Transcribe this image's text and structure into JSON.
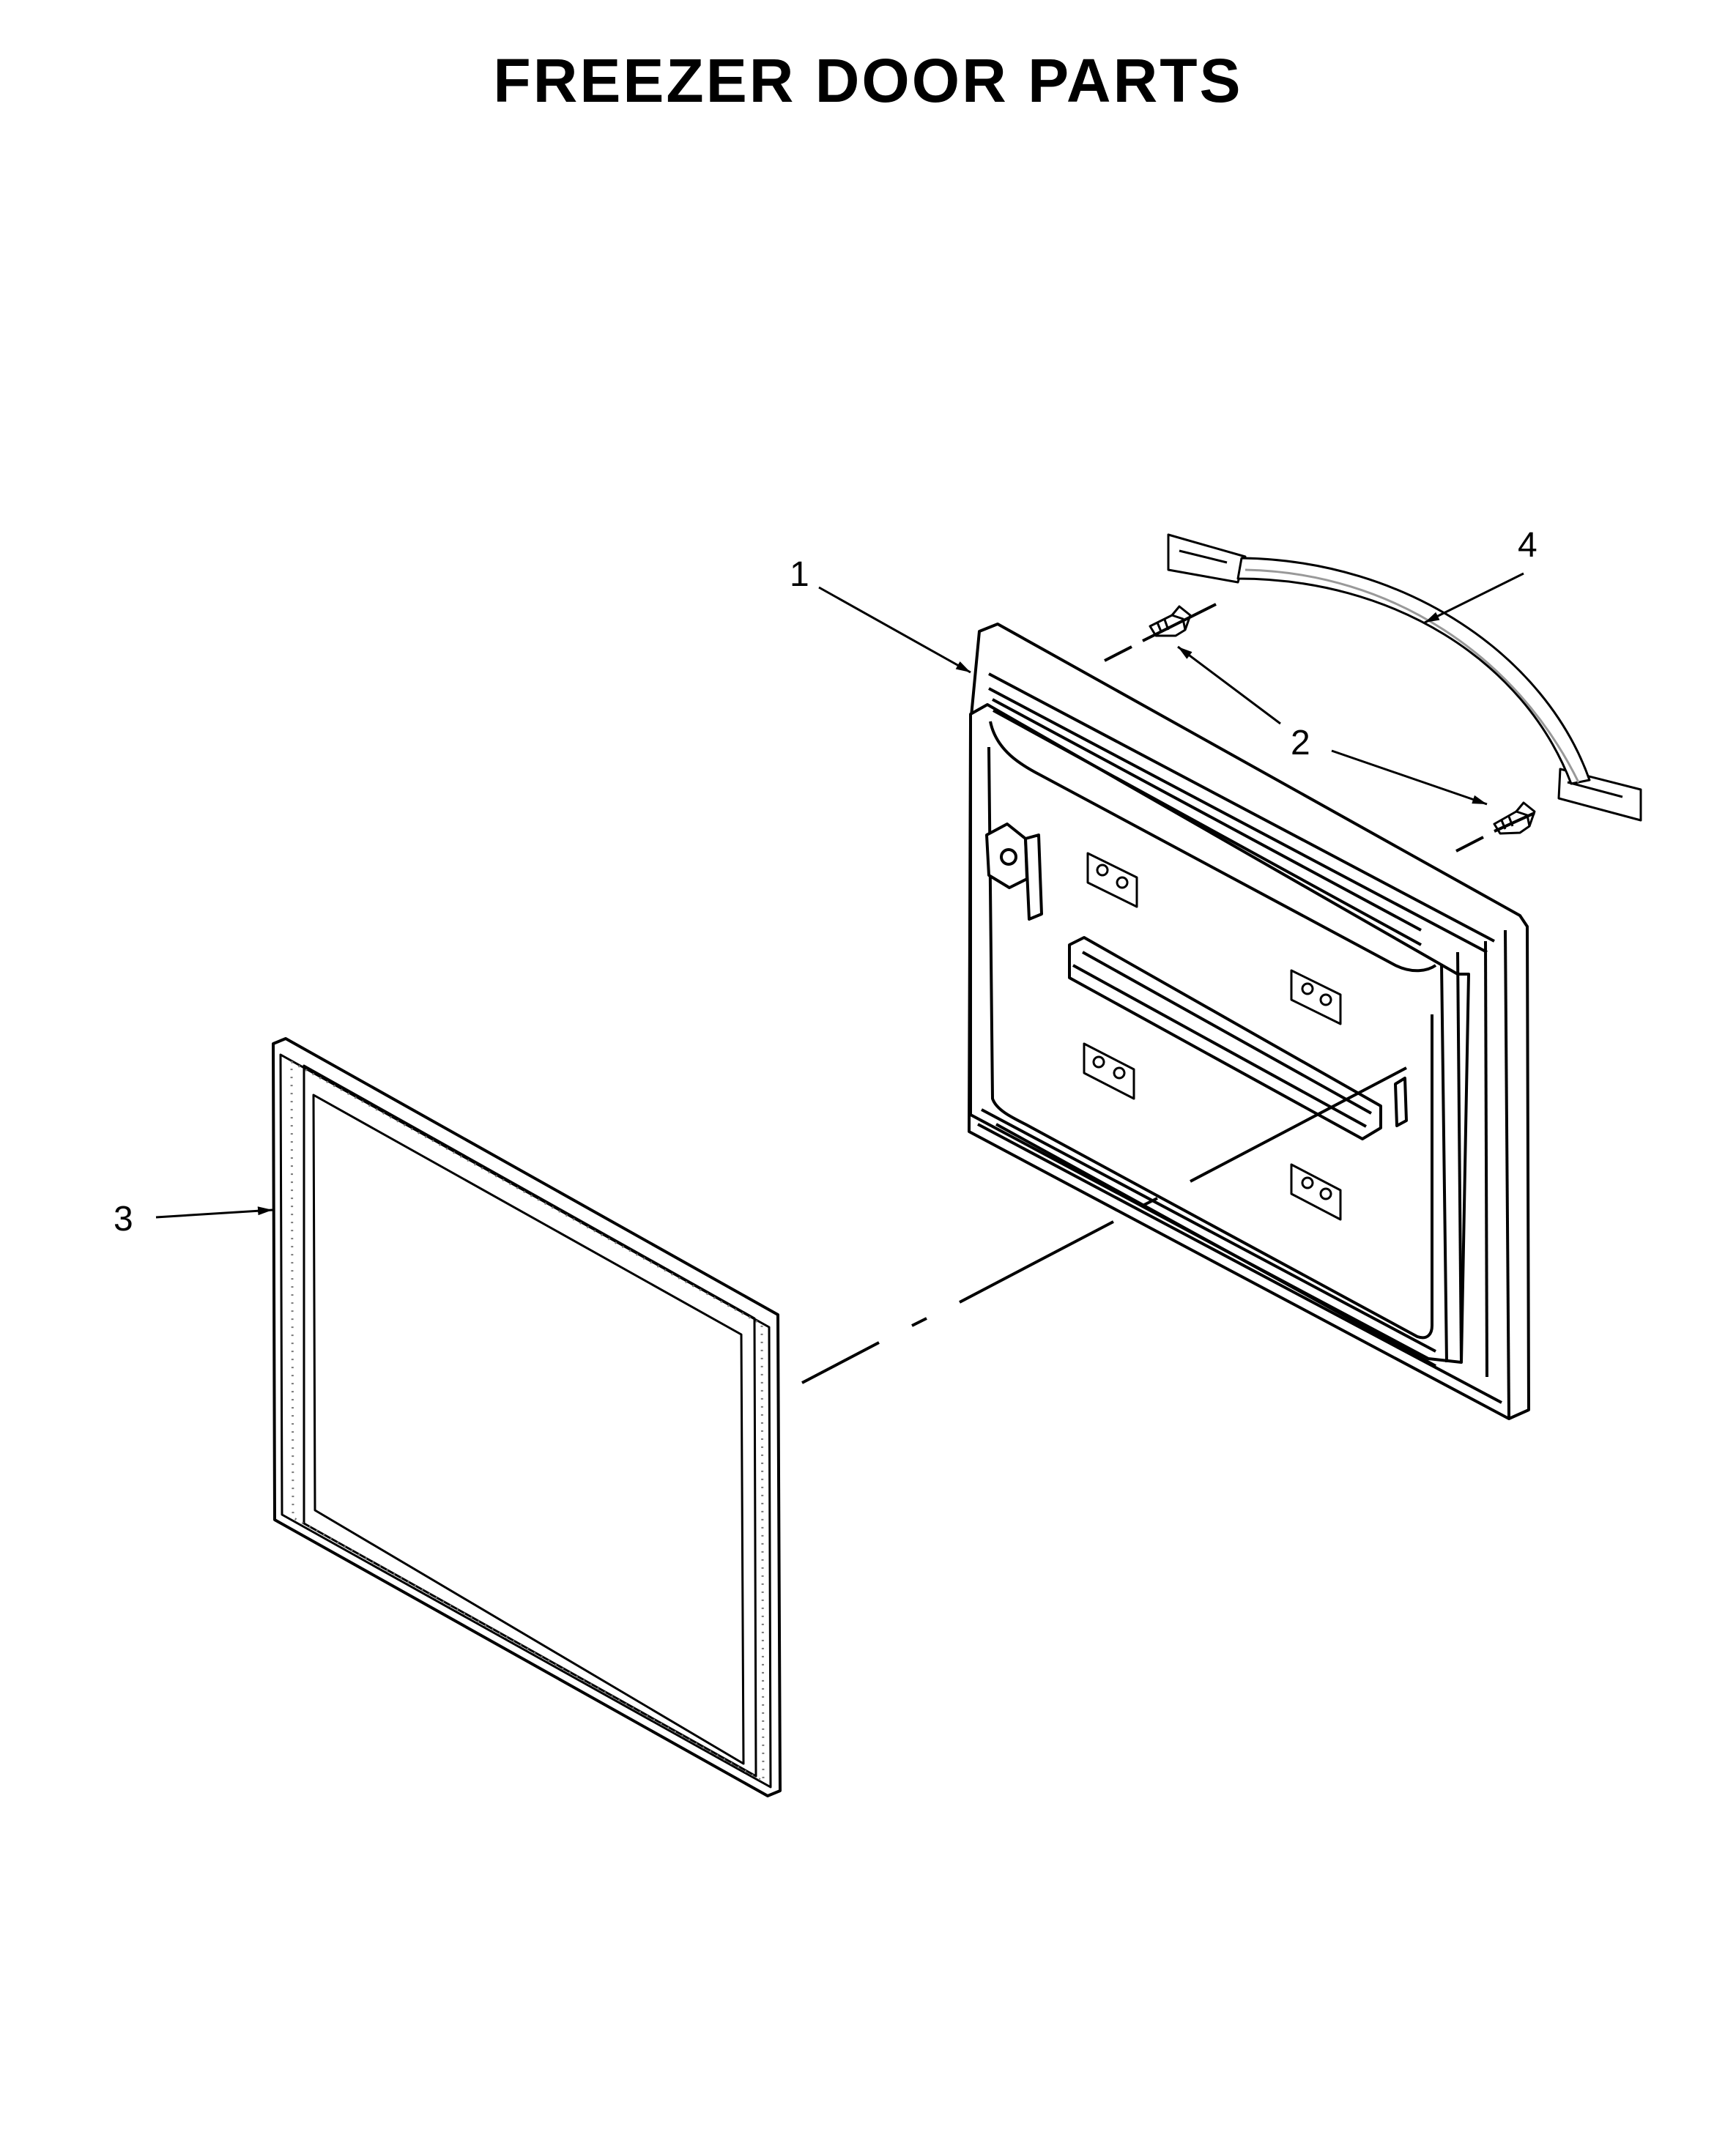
{
  "title": "FREEZER DOOR PARTS",
  "callouts": [
    {
      "label": "1",
      "part": "freezer-door"
    },
    {
      "label": "2",
      "part": "handle-screw"
    },
    {
      "label": "3",
      "part": "door-gasket"
    },
    {
      "label": "4",
      "part": "door-handle"
    }
  ],
  "colors": {
    "line": "#000000",
    "background": "#ffffff"
  }
}
